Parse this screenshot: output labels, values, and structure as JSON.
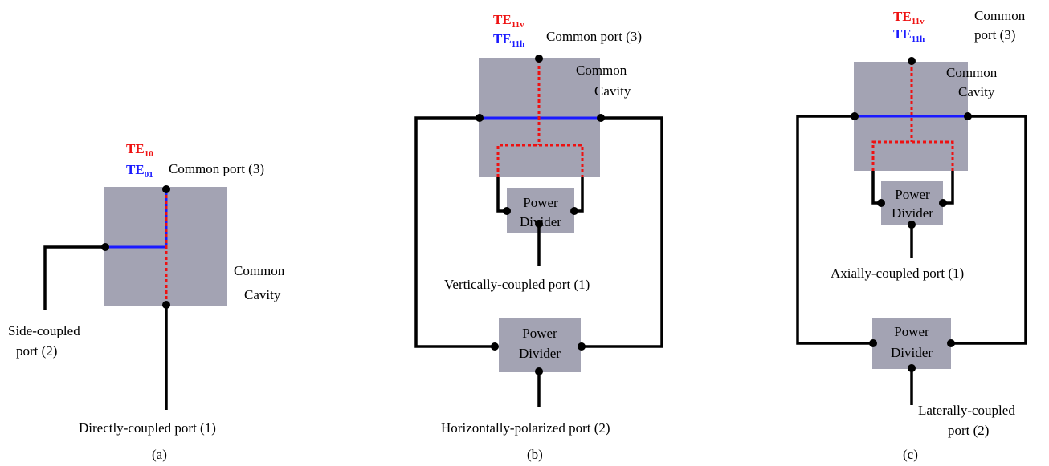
{
  "colors": {
    "te_v": "#ee1111",
    "te_h": "#1a1aff",
    "cavity": "#a3a3b3"
  },
  "a": {
    "mode_v": "TE",
    "mode_v_sub": "10",
    "mode_h": "TE",
    "mode_h_sub": "01",
    "common_port": "Common port (3)",
    "cavity_l1": "Common",
    "cavity_l2": "Cavity",
    "side_l1": "Side-coupled",
    "side_l2": "port (2)",
    "direct": "Directly-coupled port (1)",
    "caption": "(a)"
  },
  "b": {
    "mode_v": "TE",
    "mode_v_sub": "11v",
    "mode_h": "TE",
    "mode_h_sub": "11h",
    "common_port": "Common port (3)",
    "cavity_l1": "Common",
    "cavity_l2": "Cavity",
    "pd1_l1": "Power",
    "pd1_l2": "Divider",
    "vertical": "Vertically-coupled port (1)",
    "pd2_l1": "Power",
    "pd2_l2": "Divider",
    "horizontal": "Horizontally-polarized port (2)",
    "caption": "(b)"
  },
  "c": {
    "mode_v": "TE",
    "mode_v_sub": "11v",
    "mode_h": "TE",
    "mode_h_sub": "11h",
    "common_l1": "Common",
    "common_l2": "port (3)",
    "cavity_l1": "Common",
    "cavity_l2": "Cavity",
    "pd1_l1": "Power",
    "pd1_l2": "Divider",
    "axial": "Axially-coupled port (1)",
    "pd2_l1": "Power",
    "pd2_l2": "Divider",
    "lateral_l1": "Laterally-coupled",
    "lateral_l2": "port (2)",
    "caption": "(c)"
  }
}
